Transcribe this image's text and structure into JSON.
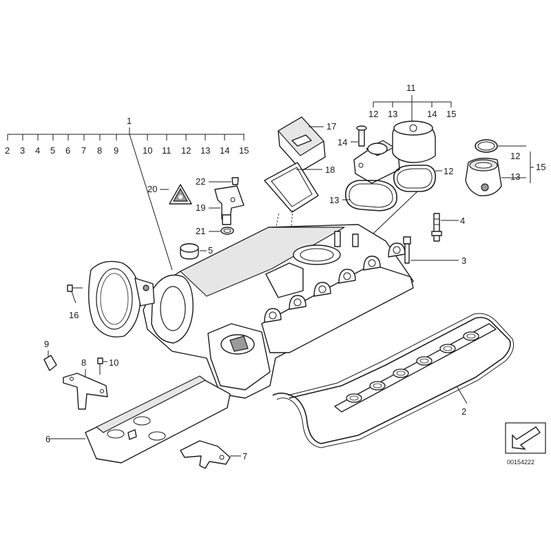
{
  "left_group": {
    "main": "1",
    "items": [
      "2",
      "3",
      "4",
      "5",
      "6",
      "7",
      "8",
      "9",
      "10",
      "11",
      "12",
      "13",
      "14",
      "15"
    ]
  },
  "cap_group": {
    "main": "11",
    "items": [
      "12",
      "13",
      "14",
      "15"
    ]
  },
  "labels": {
    "p2": "2",
    "p3": "3",
    "p4": "4",
    "p5": "5",
    "p6": "6",
    "p7": "7",
    "p8": "8",
    "p9": "9",
    "p10": "10",
    "p12": "12",
    "p13": "13",
    "p14": "14",
    "p16": "16",
    "p17": "17",
    "p18": "18",
    "p19": "19",
    "p20": "20",
    "p21": "21",
    "p22": "22",
    "r12": "12",
    "r13": "13",
    "r15": "15"
  },
  "diagram_code": "00154222"
}
